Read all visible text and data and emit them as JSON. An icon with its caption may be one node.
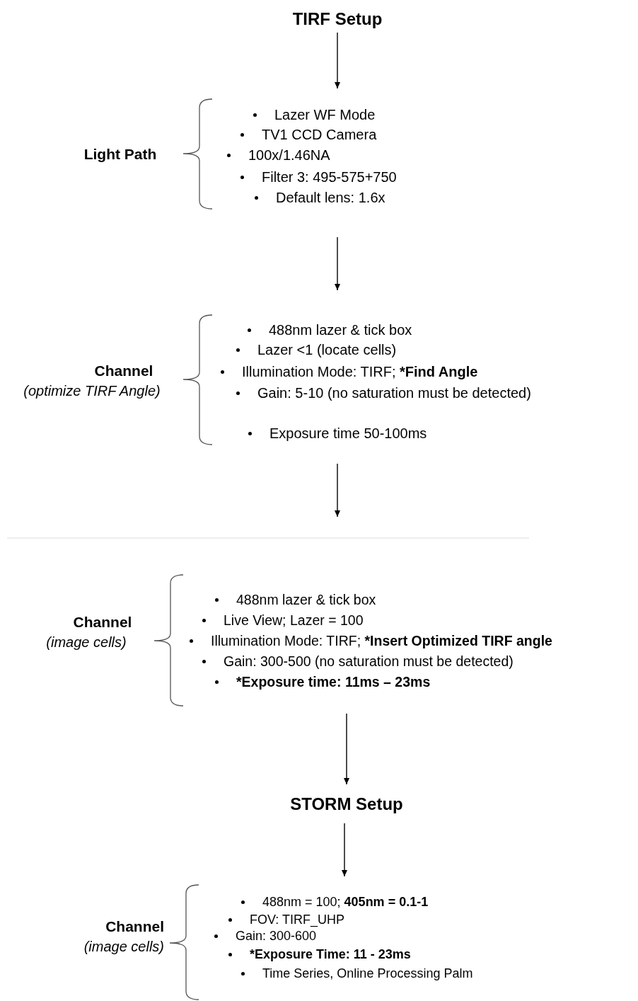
{
  "diagram": {
    "nodes": [
      {
        "text": [
          "TIRF Setup"
        ]
      },
      {
        "text": [
          "Light Path"
        ]
      },
      {
        "text": [
          "Lazer WF Mode",
          "TV1 CCD Camera",
          "100x/1.46NA",
          "Filter 3: 495-575+750",
          "Default lens: 1.6x"
        ]
      },
      {
        "text": [
          "Channel",
          "(optimize TIRF Angle)"
        ]
      },
      {
        "text": [
          "488nm lazer & tick box",
          "Lazer <1 (locate cells)",
          "Illumination Mode: TIRF; ***Find Angle**",
          "Gain: 5-10 (no saturation must be detected)",
          "Exposure time 50-100ms"
        ]
      },
      {
        "text": [
          "Channel",
          "(image cells)"
        ]
      },
      {
        "text": [
          "488nm lazer & tick box",
          "Live View; Lazer = 100",
          "Illumination Mode: TIRF; ***Insert Optimized TIRF angle**",
          "Gain: 300-500 (no saturation must be detected)",
          "***Exposure time: 11ms – 23ms**"
        ]
      },
      {
        "text": [
          "STORM Setup"
        ]
      },
      {
        "text": [
          "Channel",
          "(image cells)"
        ]
      },
      {
        "text": [
          "488nm = 100; **405nm = 0.1-1**",
          "FOV: TIRF_UHP",
          "Gain: 300-600",
          "***Exposure Time: 11 - 23ms**",
          "Time Series, Online Processing Palm"
        ]
      }
    ],
    "edges": [
      {
        "from": 0,
        "to": 2,
        "arrow": "to"
      },
      {
        "from": 2,
        "to": 4,
        "arrow": "to"
      },
      {
        "from": 4,
        "to": 6,
        "arrow": "to"
      },
      {
        "from": 6,
        "to": 7,
        "arrow": "to"
      },
      {
        "from": 7,
        "to": 9,
        "arrow": "to"
      }
    ]
  }
}
